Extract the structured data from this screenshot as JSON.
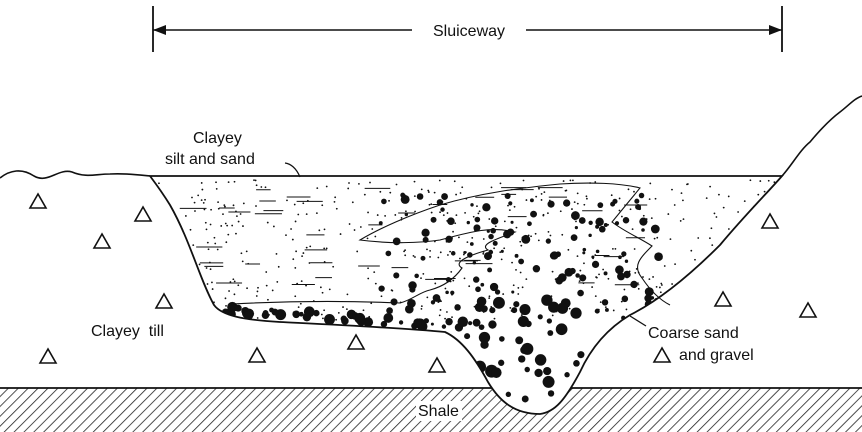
{
  "labels": {
    "sluiceway": "Sluiceway",
    "clayey_silt_line1": "Clayey",
    "clayey_silt_line2": "silt and sand",
    "clayey_till": "Clayey  till",
    "coarse_line1": "Coarse sand",
    "coarse_line2": "and gravel",
    "shale": "Shale"
  },
  "colors": {
    "ink": "#111111",
    "background": "#ffffff"
  }
}
